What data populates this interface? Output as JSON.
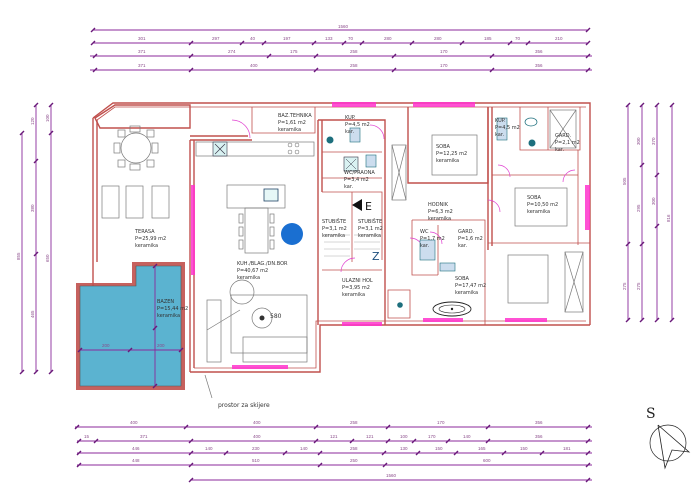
{
  "plan": {
    "title": "Floor plan",
    "colors": {
      "wall": "#c0504d",
      "dimension": "#8b2a9b",
      "opening": "#ff33cc",
      "pool": "#5bb3d0",
      "marker": "#1a6fd1"
    },
    "rooms": [
      {
        "id": "terasa",
        "name": "TERASA",
        "area": "P=25,99 m2",
        "floor": "keramika"
      },
      {
        "id": "bazen",
        "name": "BAZEN",
        "area": "P=15,44 m2",
        "floor": "keramika"
      },
      {
        "id": "kuhinja",
        "name": "KUH./BLAG./DN.BOR",
        "area": "P=40,67 m2",
        "floor": "keramika"
      },
      {
        "id": "baz-tehnika",
        "name": "BAZ.TEHNIKA",
        "area": "P=1,61 m2",
        "floor": "keramika"
      },
      {
        "id": "kup1",
        "name": "KUP.",
        "area": "P=4,5 m2",
        "floor": "kar."
      },
      {
        "id": "wc-praona",
        "name": "WC/PRAONA",
        "area": "P=3,4 m2",
        "floor": "kar."
      },
      {
        "id": "stubiste1",
        "name": "STUBIŠTE",
        "area": "P=3,1 m2",
        "floor": "keramika"
      },
      {
        "id": "stubiste2",
        "name": "STUBIŠTE",
        "area": "P=3,1 m2",
        "floor": "keramika"
      },
      {
        "id": "ulazni-hol",
        "name": "ULAZNI HOL",
        "area": "P=3,95 m2",
        "floor": "keramika"
      },
      {
        "id": "soba1",
        "name": "SOBA",
        "area": "P=12,25 m2",
        "floor": "keramika"
      },
      {
        "id": "hodnik",
        "name": "HODNIK",
        "area": "P=6,3 m2",
        "floor": "keramika"
      },
      {
        "id": "wc2",
        "name": "WC",
        "area": "P=1,7 m2",
        "floor": "kar."
      },
      {
        "id": "garderoba1",
        "name": "GARD.",
        "area": "P=1,6 m2",
        "floor": "kar."
      },
      {
        "id": "soba-master",
        "name": "SOBA",
        "area": "P=17,47 m2",
        "floor": "keramika"
      },
      {
        "id": "kup2",
        "name": "KUP.",
        "area": "P=4,5 m2",
        "floor": "kar."
      },
      {
        "id": "garderoba2",
        "name": "GARD.",
        "area": "P=2,1 m2",
        "floor": "kar."
      },
      {
        "id": "soba2",
        "name": "SOBA",
        "area": "P=10,50 m2",
        "floor": "keramika"
      }
    ],
    "notes": {
      "ski_storage": "prostor za skijere",
      "entrance_marker": "E",
      "stair_marker": "Z",
      "compass_label": "S",
      "spot_level": "580"
    },
    "dimensions": {
      "top": {
        "overall": "1560",
        "row1": [
          "301",
          "297",
          "40",
          "197",
          "133",
          "70",
          "280",
          "280",
          "185",
          "70",
          "210"
        ],
        "row2": [
          "15",
          "371",
          "25",
          "274",
          "30",
          "175",
          "25",
          "258",
          "25",
          "170",
          "25",
          "356",
          "25"
        ],
        "row3": [
          "15",
          "371",
          "25",
          "400",
          "25",
          "258",
          "25",
          "170",
          "25",
          "356",
          "25"
        ]
      },
      "bottom": {
        "row1": [
          "25",
          "400",
          "25",
          "25",
          "400",
          "25",
          "258",
          "25",
          "170",
          "25",
          "356",
          "25"
        ],
        "row2": [
          "15",
          "10",
          "371",
          "25",
          "400",
          "25",
          "121",
          "10",
          "121",
          "25",
          "100",
          "13",
          "170",
          "13",
          "140",
          "25",
          "356",
          "25"
        ],
        "row3": [
          "446",
          "140",
          "230",
          "140",
          "258",
          "12",
          "130",
          "150",
          "165",
          "150",
          "181"
        ],
        "row4": [
          "448",
          "510",
          "250",
          "600"
        ],
        "overall": "1560"
      },
      "left": [
        "120",
        "135",
        "380",
        "465",
        "855",
        "100",
        "25",
        "650",
        "25"
      ],
      "right": [
        "25",
        "505",
        "25",
        "275",
        "25",
        "300",
        "370",
        "295",
        "275",
        "816"
      ],
      "pool": [
        "200",
        "25",
        "180",
        "25",
        "200",
        "200"
      ]
    }
  }
}
